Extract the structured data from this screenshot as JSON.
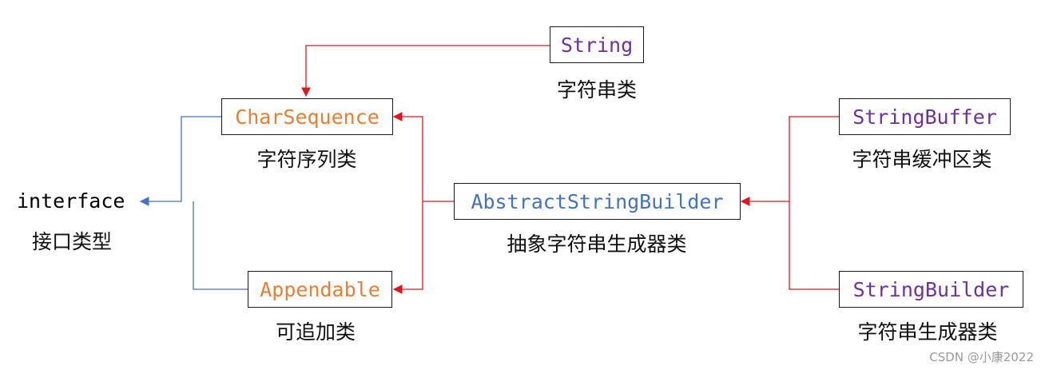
{
  "colors": {
    "final_class": "#7030a0",
    "interface": "#ed7d31",
    "abstract_class": "#4472c4",
    "plain_text": "#000000",
    "red_connector": "#e8141c",
    "blue_connector": "#4472c4"
  },
  "nodes": {
    "string": {
      "label": "String",
      "caption": "字符串类"
    },
    "charsequence": {
      "label": "CharSequence",
      "caption": "字符序列类"
    },
    "appendable": {
      "label": "Appendable",
      "caption": "可追加类"
    },
    "abstractstringbuilder": {
      "label": "AbstractStringBuilder",
      "caption": "抽象字符串生成器类"
    },
    "stringbuffer": {
      "label": "StringBuffer",
      "caption": "字符串缓冲区类"
    },
    "stringbuilder": {
      "label": "StringBuilder",
      "caption": "字符串生成器类"
    },
    "interface": {
      "label": "interface",
      "caption": "接口类型"
    }
  },
  "edges": [
    {
      "from": "string",
      "to": "charsequence",
      "color": "red"
    },
    {
      "from": "abstractstringbuilder",
      "to": "charsequence",
      "color": "red"
    },
    {
      "from": "abstractstringbuilder",
      "to": "appendable",
      "color": "red"
    },
    {
      "from": "stringbuffer",
      "to": "abstractstringbuilder",
      "color": "red"
    },
    {
      "from": "stringbuilder",
      "to": "abstractstringbuilder",
      "color": "red"
    },
    {
      "from": "charsequence",
      "to": "interface",
      "color": "blue"
    },
    {
      "from": "appendable",
      "to": "interface",
      "color": "blue"
    }
  ],
  "watermark": "CSDN @小康2022"
}
